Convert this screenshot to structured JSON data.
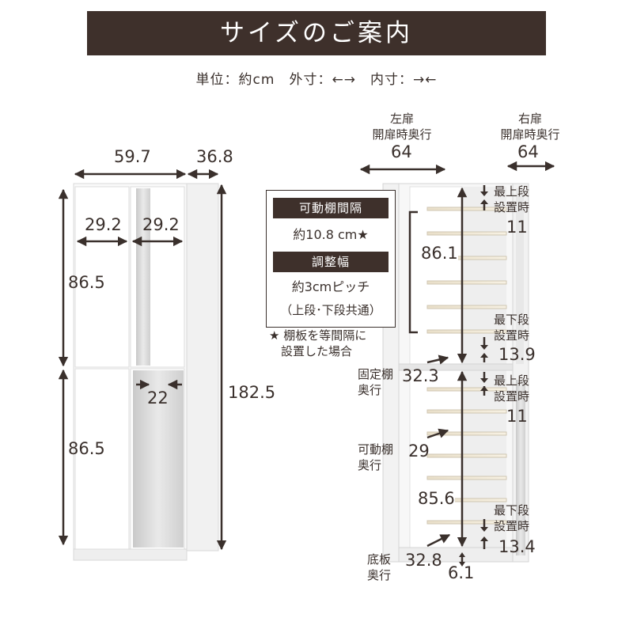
{
  "title": "サイズのご案内",
  "unit_legend": "単位：約cm　外寸：←→　内寸：→←",
  "front_view": {
    "width_outer": "59.7",
    "depth_outer": "36.8",
    "door_width_left": "29.2",
    "door_width_right": "29.2",
    "upper_height": "86.5",
    "lower_height": "86.5",
    "total_height": "182.5",
    "mirror_width": "22"
  },
  "side_view": {
    "left_door_label": "左扉\n開扉時奥行",
    "left_door_value": "64",
    "right_door_label": "右扉\n開扉時奥行",
    "right_door_value": "64",
    "upper_inner_height": "86.1",
    "upper_top_label": "最上段\n設置時",
    "upper_top_value": "11",
    "upper_bottom_label": "最下段\n設置時",
    "upper_bottom_value": "13.9",
    "fixed_shelf_label": "固定棚\n奥行",
    "fixed_shelf_value": "32.3",
    "lower_top_label": "最上段\n設置時",
    "lower_top_value": "11",
    "movable_shelf_label": "可動棚\n奥行",
    "movable_shelf_value": "29",
    "lower_inner_height": "85.6",
    "lower_bottom_label": "最下段\n設置時",
    "lower_bottom_value": "13.4",
    "bottom_board_label": "底板\n奥行",
    "bottom_board_value": "32.8",
    "bottom_gap_value": "6.1"
  },
  "info_box": {
    "header1": "可動棚間隔",
    "pitch_value": "約10.8 cm★",
    "header2": "調整幅",
    "adjust_value": "約3cmピッチ",
    "adjust_note": "（上段･下段共通）"
  },
  "footnote": "★ 棚板を等間隔に\n　設置した場合"
}
